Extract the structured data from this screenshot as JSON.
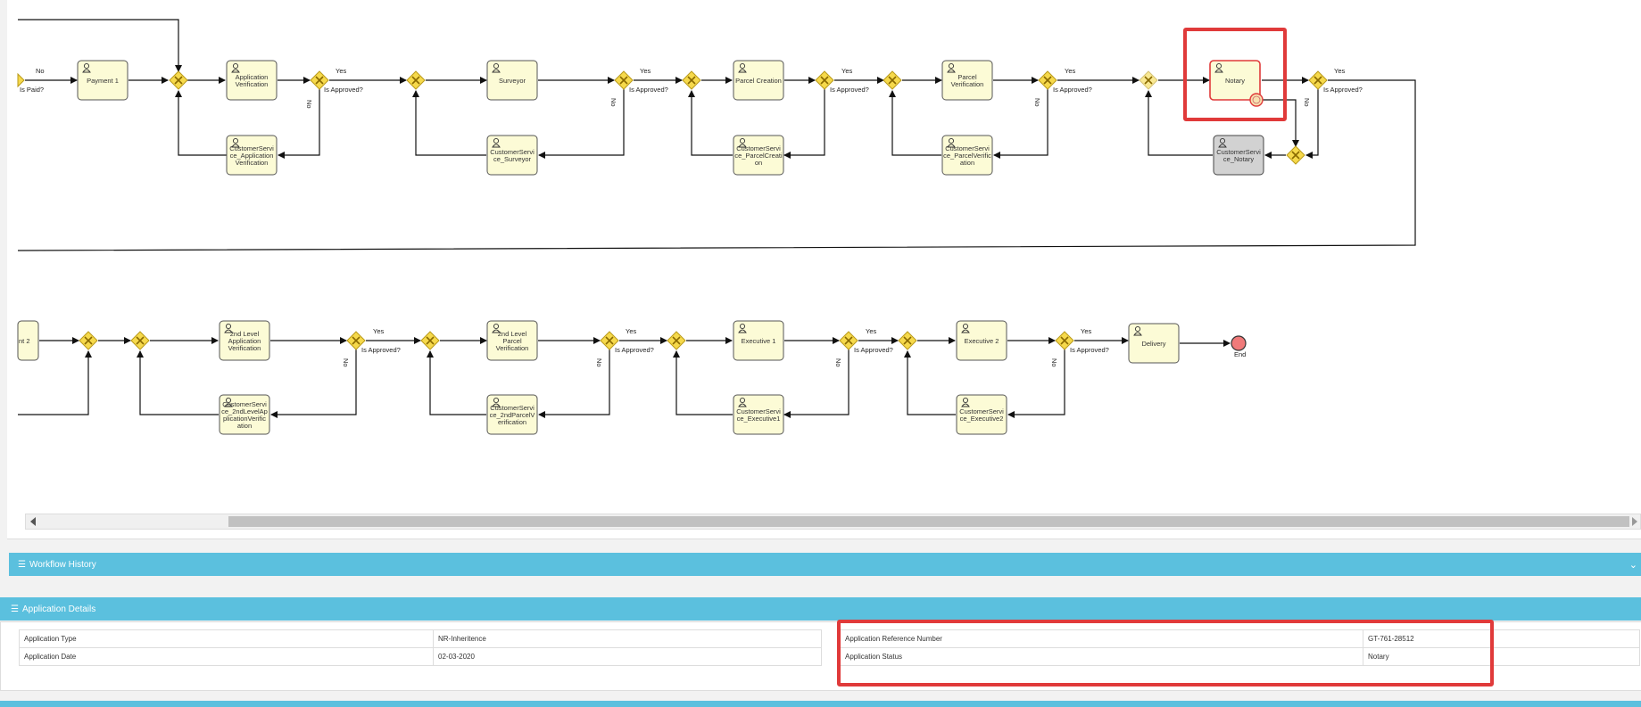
{
  "workflow": {
    "tasks": {
      "payment1": "Payment 1",
      "app_verification": [
        "Application",
        "Verification"
      ],
      "cs_app_verification": [
        "CustomerServi",
        "ce_Application",
        "Verification"
      ],
      "surveyor": "Surveyor",
      "cs_surveyor": [
        "CustomerServi",
        "ce_Surveyor"
      ],
      "parcel_creation": "Parcel Creation",
      "cs_parcel_creation": [
        "CustomerServi",
        "ce_ParcelCreati",
        "on"
      ],
      "parcel_verification": [
        "Parcel",
        "Verification"
      ],
      "cs_parcel_verification": [
        "CustomerServi",
        "ce_ParcelVerific",
        "ation"
      ],
      "notary": "Notary",
      "cs_notary": [
        "CustomerServi",
        "ce_Notary"
      ],
      "payment2_partial": "nt 2",
      "l2_app_verification": [
        "2nd Level",
        "Application",
        "Verification"
      ],
      "cs_l2_app_verification": [
        "CustomerServi",
        "ce_2ndLevelAp",
        "plicationVerific",
        "ation"
      ],
      "l2_parcel_verification": [
        "2nd Level",
        "Parcel",
        "Verification"
      ],
      "cs_l2_parcel_verification": [
        "CustomerServi",
        "ce_2ndParcelV",
        "erification"
      ],
      "executive1": "Executive 1",
      "cs_executive1": [
        "CustomerServi",
        "ce_Executive1"
      ],
      "executive2": "Executive 2",
      "cs_executive2": [
        "CustomerServi",
        "ce_Executive2"
      ],
      "delivery": "Delivery"
    },
    "labels": {
      "yes": "Yes",
      "no": "No",
      "is_approved": "Is Approved?",
      "is_paid": "Is Paid?",
      "end": "End"
    }
  },
  "panels": {
    "workflow_history": "Workflow History",
    "application_details": "Application Details"
  },
  "details": {
    "left": [
      {
        "label": "Application Type",
        "value": "NR-Inheritence"
      },
      {
        "label": "Application Date",
        "value": "02-03-2020"
      }
    ],
    "right": [
      {
        "label": "Application Reference Number",
        "value": "GT-761-28512"
      },
      {
        "label": "Application Status",
        "value": "Notary"
      }
    ]
  },
  "colors": {
    "panel_header": "#5bc0de",
    "highlight": "#e03a3a",
    "task_fill": "#fcfbd6",
    "gateway_fill": "#f6d94b"
  },
  "icons": {
    "user_task": "user-icon",
    "list": "list-icon",
    "chevron": "chevron-down-icon",
    "timer": "timer-icon"
  }
}
